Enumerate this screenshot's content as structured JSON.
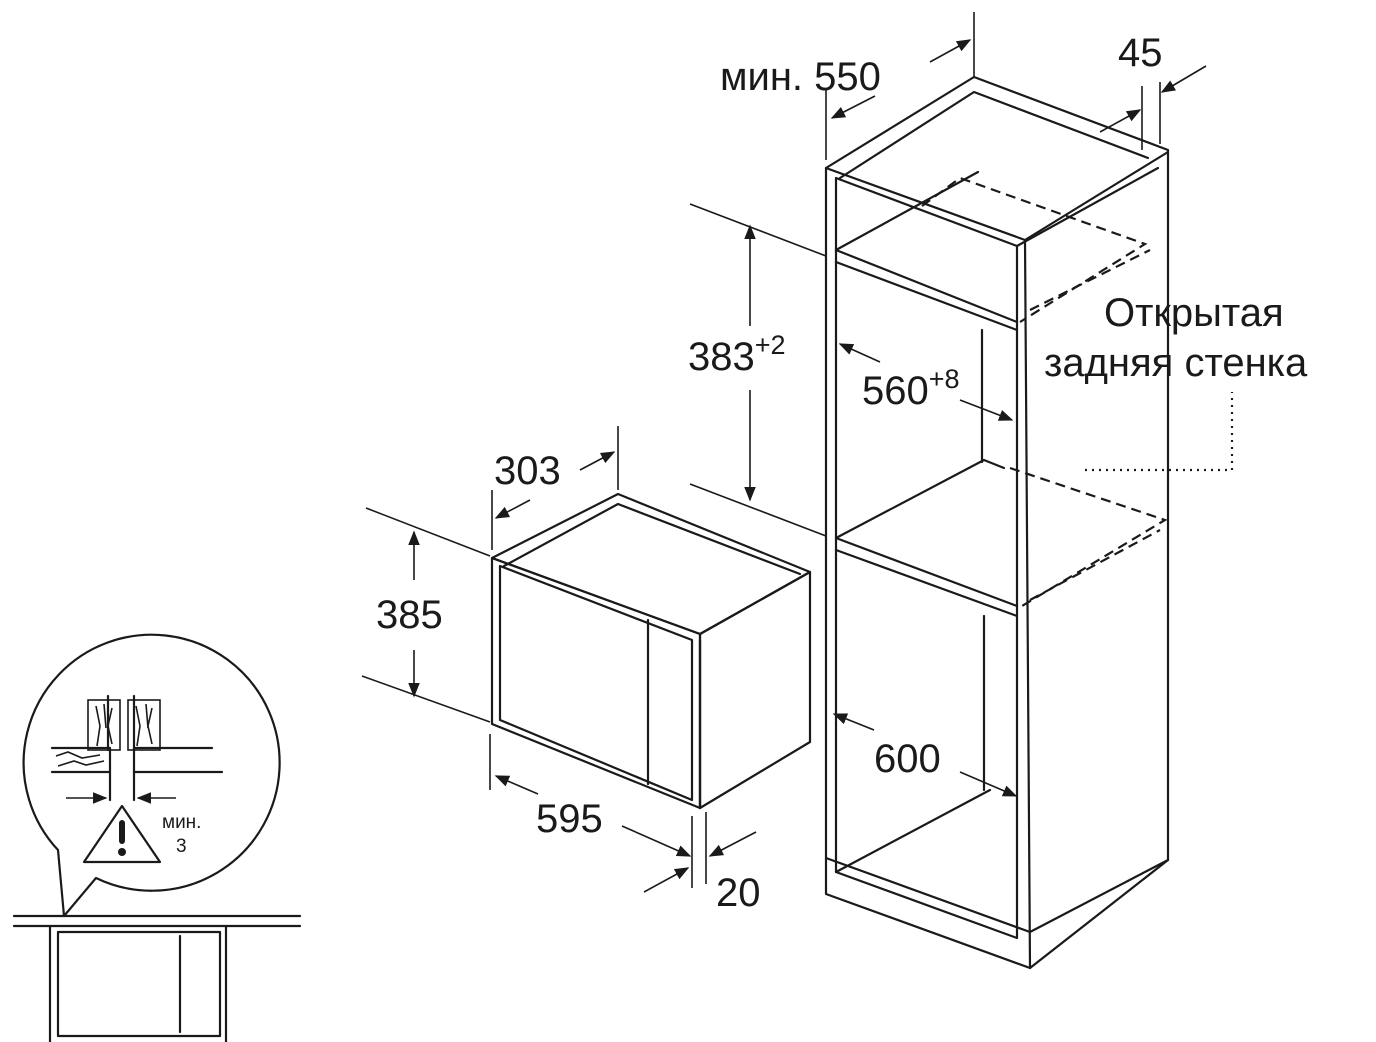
{
  "dimensions": {
    "min_depth": {
      "prefix": "мин.",
      "value": "550"
    },
    "rear_gap": "45",
    "niche_height": {
      "value": "383",
      "tolerance": "+2"
    },
    "niche_width": {
      "value": "560",
      "tolerance": "+8"
    },
    "cabinet_width": "600",
    "device_depth": "303",
    "device_height": "385",
    "device_width": "595",
    "front_offset": "20"
  },
  "callout": {
    "line1": "Открытая",
    "line2": "задняя стенка"
  },
  "detail": {
    "gap_prefix": "мин.",
    "gap_value": "3"
  }
}
